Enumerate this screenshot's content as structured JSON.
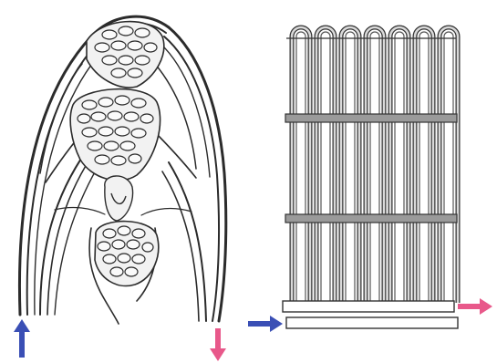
{
  "figure": {
    "left_panel": {
      "subject": "biological-vascular-network-drawing",
      "inflow_arrow_color": "#3a4fb5",
      "outflow_arrow_color": "#e8588a",
      "ink_color": "#2b2b2b"
    },
    "right_panel": {
      "subject": "tube-bundle-heat-exchanger",
      "inflow_arrow_color": "#3a4fb5",
      "outflow_arrow_color": "#e8588a",
      "tube_count": 7,
      "support_plate_count": 2,
      "line_color": "#333333",
      "tube_fill": "#d9d9d9"
    }
  }
}
